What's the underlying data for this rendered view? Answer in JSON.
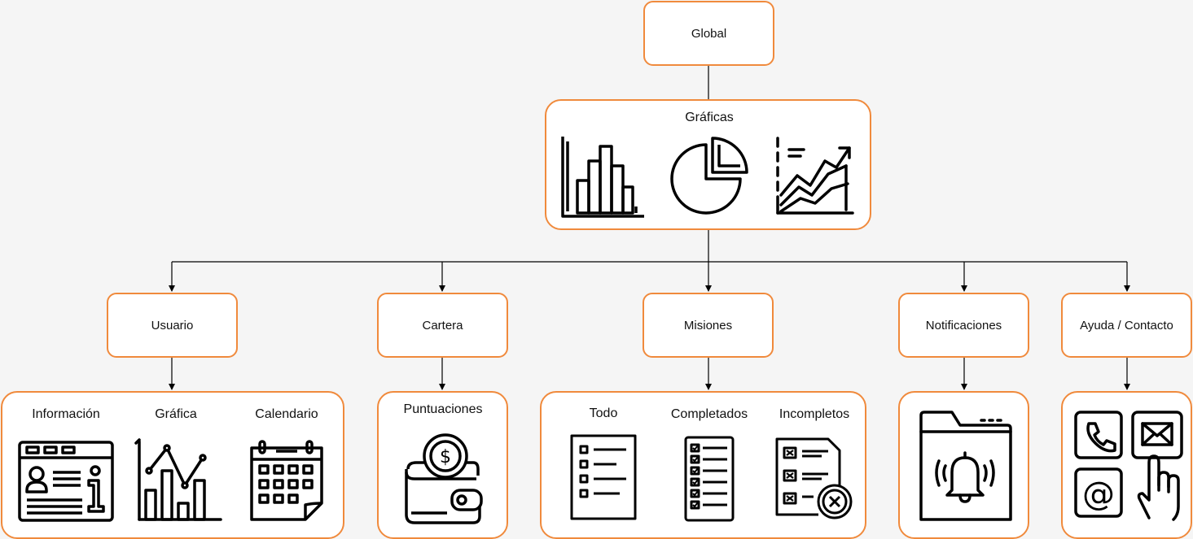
{
  "diagram": {
    "root": {
      "label": "Global"
    },
    "charts_panel": {
      "title": "Gráficas",
      "icons": [
        "bar-histogram-icon",
        "pie-chart-icon",
        "trend-lines-chart-icon"
      ]
    },
    "sections": [
      {
        "label": "Usuario",
        "panel_items": [
          {
            "caption": "Información",
            "icon": "user-info-card-icon"
          },
          {
            "caption": "Gráfica",
            "icon": "line-bar-chart-icon"
          },
          {
            "caption": "Calendario",
            "icon": "calendar-icon"
          }
        ]
      },
      {
        "label": "Cartera",
        "panel_items": [
          {
            "caption": "Puntuaciones",
            "icon": "wallet-coin-icon"
          }
        ]
      },
      {
        "label": "Misiones",
        "panel_items": [
          {
            "caption": "Todo",
            "icon": "checklist-icon"
          },
          {
            "caption": "Completados",
            "icon": "checked-list-icon"
          },
          {
            "caption": "Incompletos",
            "icon": "rejected-list-icon"
          }
        ]
      },
      {
        "label": "Notificaciones",
        "panel_items": [
          {
            "caption": "",
            "icon": "notification-bell-window-icon"
          }
        ]
      },
      {
        "label": "Ayuda / Contacto",
        "panel_items": [
          {
            "caption": "",
            "icon": "contact-options-icon"
          }
        ]
      }
    ],
    "colors": {
      "accent_border": "#f08a3c",
      "background": "#f5f5f5",
      "line": "#000000"
    }
  }
}
